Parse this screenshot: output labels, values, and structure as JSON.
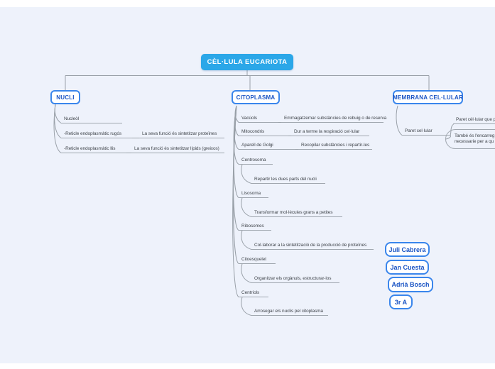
{
  "root": {
    "label": "CÈL·LULA EUCARIOTA"
  },
  "branches": {
    "nucli": {
      "label": "NUCLI",
      "items": [
        {
          "label": "Nucleòl"
        },
        {
          "label": "-Reticle endoplasmàtic rugós",
          "function": "La seva funció és sintetitzar proteïnes"
        },
        {
          "label": "-Reticle endoplasmàtic llis",
          "function": "La seva funció és sintetitzar lípids (greixos)"
        }
      ]
    },
    "citoplasma": {
      "label": "CITOPLASMA",
      "items": [
        {
          "label": "Vacúols",
          "function": "Emmagatzemar substàncies de rebuig o de reserva"
        },
        {
          "label": "Mitocondris",
          "function": "Dur a terme la respiració cel·lular"
        },
        {
          "label": "Aparell de Golgi",
          "function": "Recopilar substàncies i repartir-les"
        },
        {
          "label": "Centrosoma",
          "child": "Repartir les dues parts del nucli"
        },
        {
          "label": "Lisosoma",
          "child": "Transformar mol·lècules grans a petites"
        },
        {
          "label": "Ribosomes",
          "child": "Col·laborar a la sintetització de la producció de proteïnes"
        },
        {
          "label": "Citoesquelet",
          "child": "Organitzar els orgànuls, estructurar-los"
        },
        {
          "label": "Centríols",
          "child": "Arrosegar els nuclis pel citoplasma"
        }
      ]
    },
    "membrana": {
      "label": "MEMBRANA CEL·LULAR",
      "paret": {
        "label": "Paret cel·lular",
        "child1": "Paret cèl·lular que p",
        "child2_line1": "També és l'encarreg",
        "child2_line2": "necessarie per a qu"
      }
    }
  },
  "authors": [
    {
      "label": "Juli Cabrera"
    },
    {
      "label": "Jan Cuesta"
    },
    {
      "label": "Adrià Bosch"
    },
    {
      "label": "3r A"
    }
  ],
  "colors": {
    "background": "#EEF2FB",
    "root_fill": "#2BA7E8",
    "node_border": "#3A86EC",
    "node_text": "#1A54C4",
    "connector": "#99A0A8",
    "item_text": "#42474D"
  }
}
